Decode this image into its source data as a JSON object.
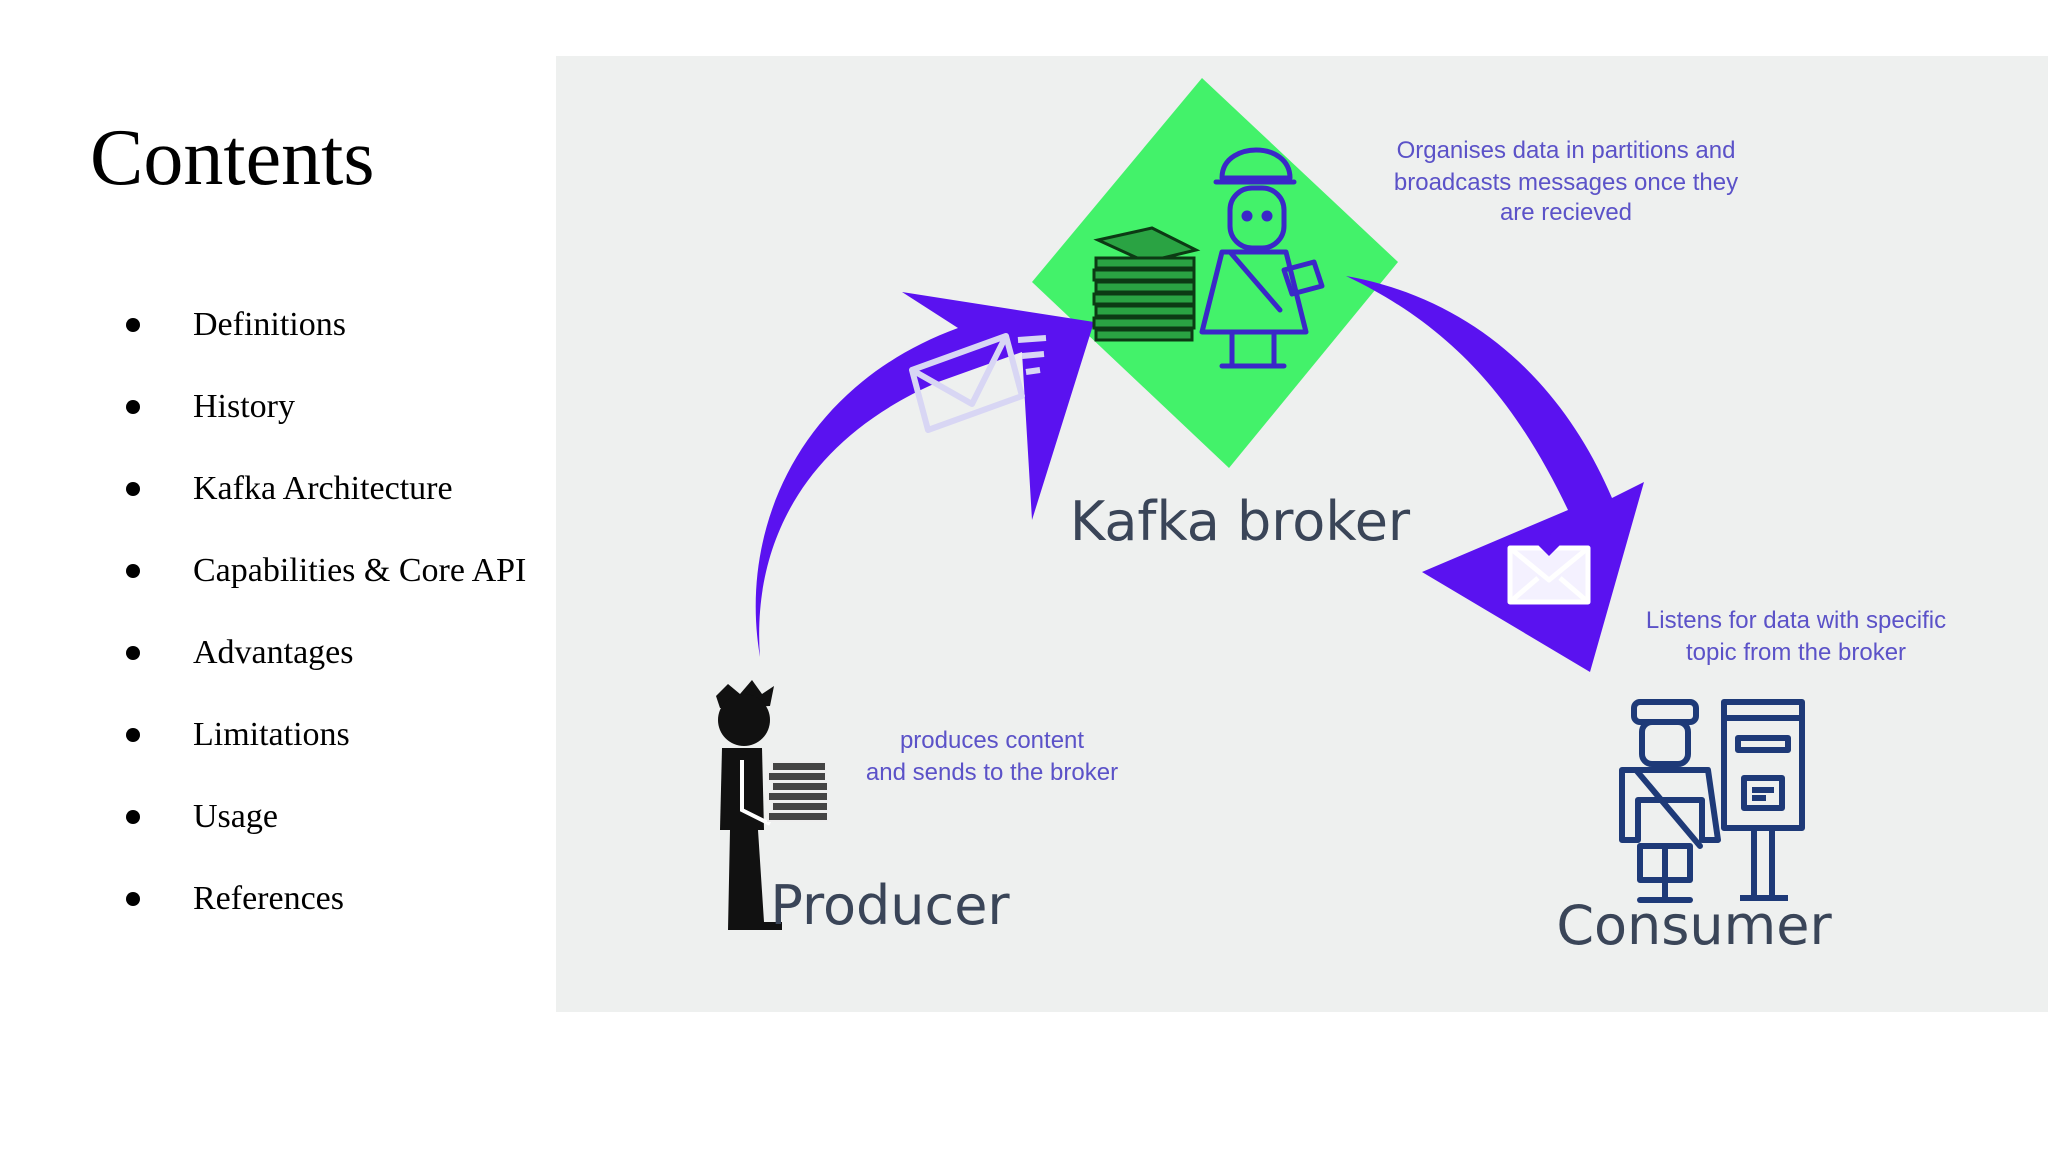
{
  "slide": {
    "title": "Contents",
    "bullets": [
      "Definitions",
      "History",
      "Kafka Architecture",
      "Capabilities & Core API",
      "Advantages",
      "Limitations",
      "Usage",
      "References"
    ]
  },
  "diagram": {
    "broker_label": "Kafka broker",
    "broker_note": [
      "Organises data in partitions  and",
      "broadcasts messages once they",
      "are recieved"
    ],
    "producer_label": "Producer",
    "producer_note": [
      "produces content",
      "and sends to the broker"
    ],
    "consumer_label": "Consumer",
    "consumer_note": [
      "Listens for data with specific",
      "topic  from the broker"
    ],
    "colors": {
      "panel_background": "#eef0ef",
      "arrow": "#5a12f0",
      "broker_diamond": "#43f26a",
      "postman_outline": "#3a28c8",
      "consumer_outline": "#1e3a78",
      "label_text": "#3a4558",
      "note_text": "#5b52c8"
    },
    "icons": [
      "envelope-icon",
      "heart-envelope-icon",
      "paper-stack-icon",
      "postman-icon",
      "producer-person-icon",
      "mailbox-icon",
      "consumer-postman-icon"
    ]
  }
}
